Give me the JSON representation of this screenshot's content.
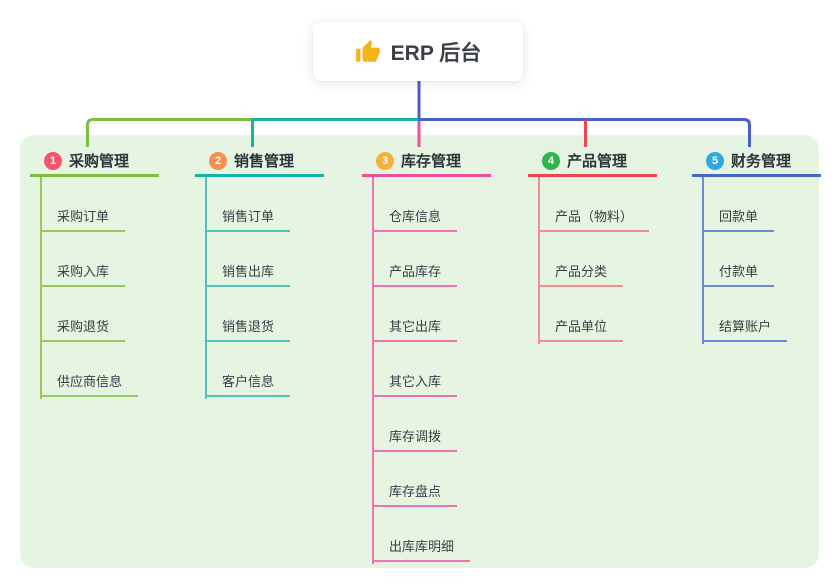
{
  "root": {
    "title": "ERP 后台",
    "icon": "thumbs-up"
  },
  "colors": {
    "page_bg": "#ffffff",
    "canvas_bg": "#e6f5e2",
    "card_bg": "#ffffff",
    "root_stem": "#4a5ecd",
    "thumb_icon": "#f3b41b"
  },
  "branches": [
    {
      "num": "1",
      "label": "采购管理",
      "badge_color": "#f4566b",
      "line_color": "#7fbc3f",
      "item_line_color": "#97c95f",
      "items": [
        "采购订单",
        "采购入库",
        "采购退货",
        "供应商信息"
      ]
    },
    {
      "num": "2",
      "label": "销售管理",
      "badge_color": "#f8904d",
      "line_color": "#14b2aa",
      "item_line_color": "#4fc3bc",
      "items": [
        "销售订单",
        "销售出库",
        "销售退货",
        "客户信息"
      ]
    },
    {
      "num": "3",
      "label": "库存管理",
      "badge_color": "#f9b03a",
      "line_color": "#ec4f9e",
      "item_line_color": "#f172b4",
      "items": [
        "仓库信息",
        "产品库存",
        "其它出库",
        "其它入库",
        "库存调拨",
        "库存盘点",
        "出库库明细"
      ]
    },
    {
      "num": "4",
      "label": "产品管理",
      "badge_color": "#2fb44f",
      "line_color": "#ef4656",
      "item_line_color": "#f28e90",
      "items": [
        "产品（物料）",
        "产品分类",
        "产品单位"
      ]
    },
    {
      "num": "5",
      "label": "财务管理",
      "badge_color": "#2fa8e0",
      "line_color": "#4467ce",
      "item_line_color": "#6e8ad7",
      "items": [
        "回款单",
        "付款单",
        "结算账户"
      ]
    }
  ]
}
